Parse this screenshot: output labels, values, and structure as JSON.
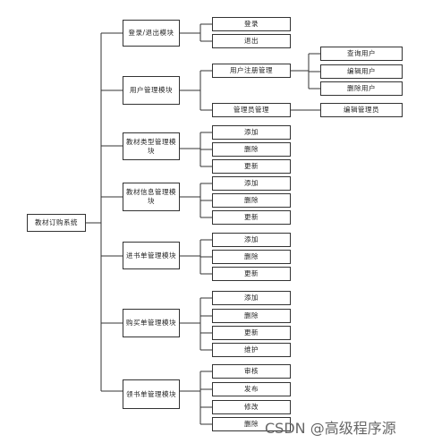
{
  "diagram": {
    "root": "教材订购系统",
    "modules": {
      "login": {
        "label": "登录/退出模块",
        "children": [
          "登录",
          "退出"
        ]
      },
      "user": {
        "label": "用户管理模块",
        "register": {
          "label": "用户注册管理",
          "children": [
            "查询用户",
            "编辑用户",
            "删除用户"
          ]
        },
        "admin": {
          "label": "管理员管理",
          "children": [
            "编辑管理员"
          ]
        }
      },
      "type": {
        "label": "教材类型管理模块",
        "children": [
          "添加",
          "删除",
          "更新"
        ]
      },
      "info": {
        "label": "教材信息管理模块",
        "children": [
          "添加",
          "删除",
          "更新"
        ]
      },
      "purchase": {
        "label": "进书单管理模块",
        "children": [
          "添加",
          "删除",
          "更新"
        ]
      },
      "buy": {
        "label": "购买单管理模块",
        "children": [
          "添加",
          "删除",
          "更新",
          "维护"
        ]
      },
      "receive": {
        "label": "领书单管理模块",
        "children": [
          "审核",
          "发布",
          "修改",
          "删除"
        ]
      }
    }
  },
  "watermark": "CSDN @高级程序源"
}
